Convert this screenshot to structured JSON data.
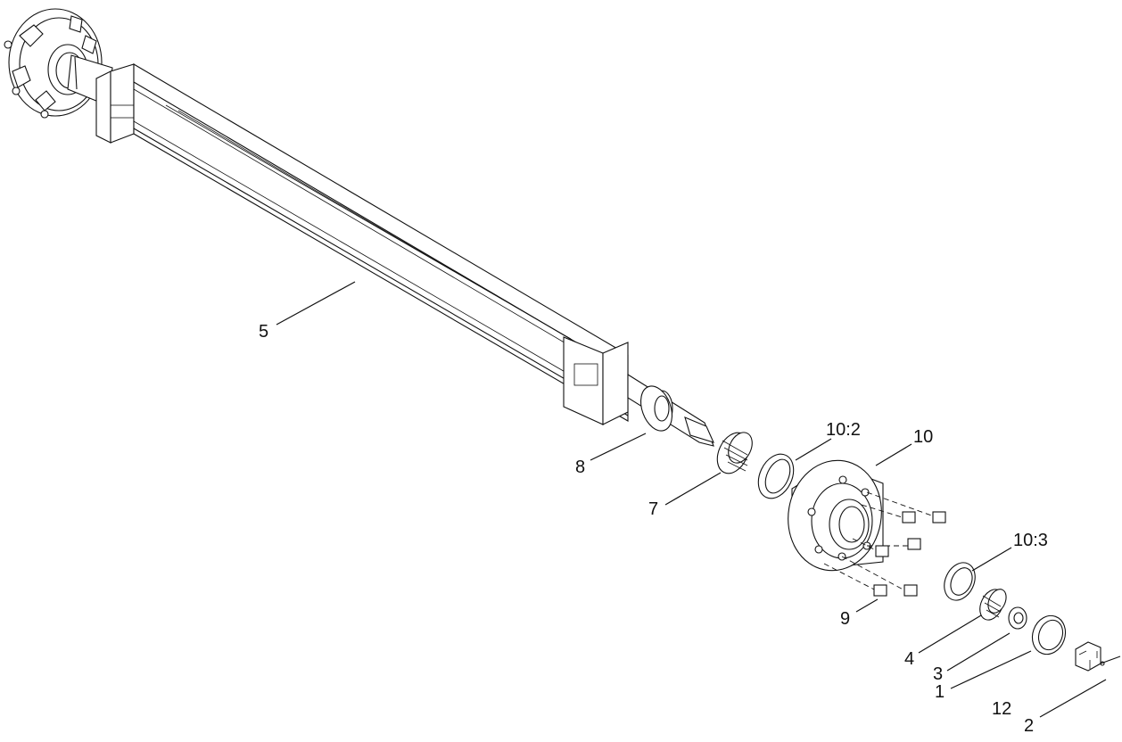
{
  "diagram": {
    "callouts": [
      {
        "id": "5",
        "label": "5"
      },
      {
        "id": "8",
        "label": "8"
      },
      {
        "id": "7",
        "label": "7"
      },
      {
        "id": "10_2",
        "label": "10:2"
      },
      {
        "id": "10",
        "label": "10"
      },
      {
        "id": "9",
        "label": "9"
      },
      {
        "id": "10_3",
        "label": "10:3"
      },
      {
        "id": "4",
        "label": "4"
      },
      {
        "id": "3",
        "label": "3"
      },
      {
        "id": "1",
        "label": "1"
      },
      {
        "id": "12",
        "label": "12"
      },
      {
        "id": "2",
        "label": "2"
      }
    ]
  }
}
